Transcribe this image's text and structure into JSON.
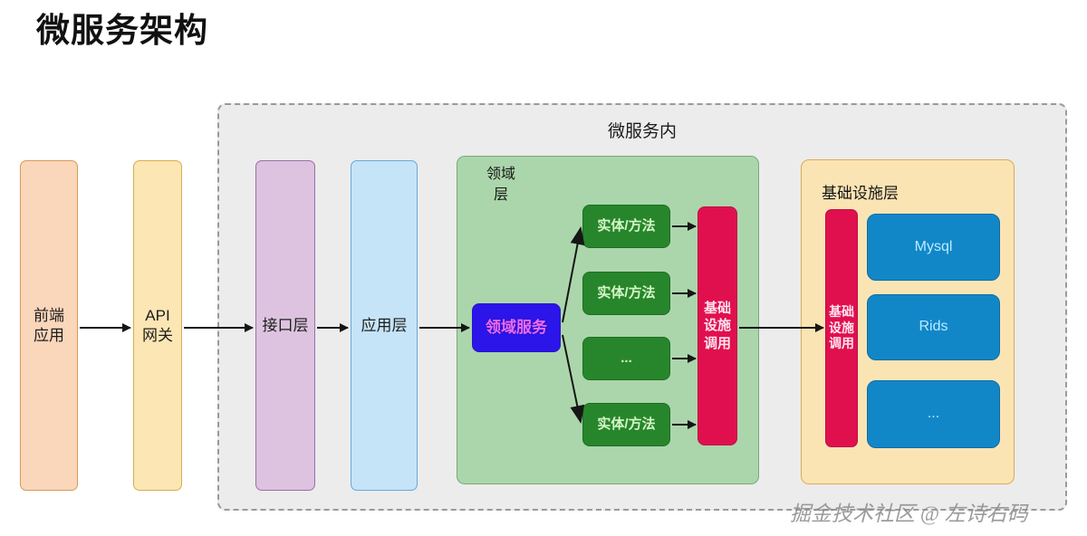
{
  "page": {
    "title": "微服务架构",
    "watermark": "掘金技术社区 @ 左诗右码"
  },
  "microservice_container": {
    "label": "微服务内"
  },
  "outer_lanes": [
    {
      "id": "frontend",
      "label": "前端\n应用",
      "color": "#fad6bb",
      "border": "#d79b54"
    },
    {
      "id": "api-gateway",
      "label": "API\n网关",
      "color": "#fbe6b4",
      "border": "#d7ae4d"
    },
    {
      "id": "interface",
      "label": "接口层",
      "color": "#ddc3df",
      "border": "#9b6fa6"
    },
    {
      "id": "application",
      "label": "应用层",
      "color": "#c5e4f8",
      "border": "#6aa8d8"
    }
  ],
  "domain_layer": {
    "label": "领域\n层",
    "color": "#abd6ab",
    "domain_service": {
      "label": "领域服务",
      "color": "#2b15e8",
      "text_color": "#f06bf0"
    },
    "entities": [
      {
        "label": "实体/方法"
      },
      {
        "label": "实体/方法"
      },
      {
        "label": "..."
      },
      {
        "label": "实体/方法"
      }
    ],
    "entity_color": "#27862b",
    "infra_call": {
      "label": "基础\n设施\n调用",
      "color": "#e0104f"
    }
  },
  "infrastructure_layer": {
    "label": "基础设施层",
    "color": "#fbe4b4",
    "infra_call": {
      "label": "基础\n设施\n调用",
      "color": "#e0104f"
    },
    "stores": [
      {
        "label": "Mysql"
      },
      {
        "label": "Rids"
      },
      {
        "label": "..."
      }
    ],
    "store_color": "#1287c8"
  }
}
